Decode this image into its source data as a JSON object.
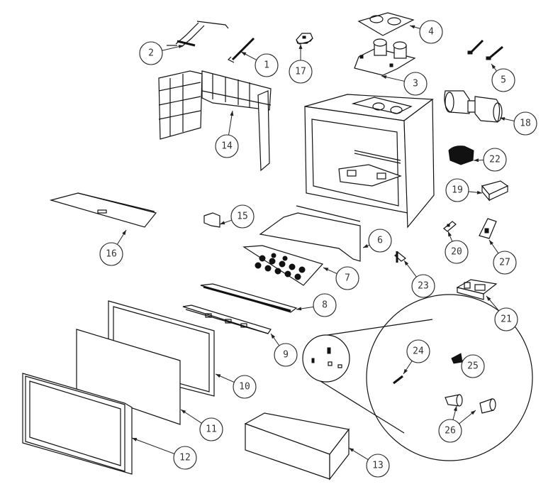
{
  "diagram": {
    "type": "exploded-parts-diagram",
    "line_color": "#111111",
    "background": "#ffffff",
    "callouts": [
      {
        "id": "1",
        "label": "1"
      },
      {
        "id": "2",
        "label": "2"
      },
      {
        "id": "3",
        "label": "3"
      },
      {
        "id": "4",
        "label": "4"
      },
      {
        "id": "5",
        "label": "5"
      },
      {
        "id": "6",
        "label": "6"
      },
      {
        "id": "7",
        "label": "7"
      },
      {
        "id": "8",
        "label": "8"
      },
      {
        "id": "9",
        "label": "9"
      },
      {
        "id": "10",
        "label": "10"
      },
      {
        "id": "11",
        "label": "11"
      },
      {
        "id": "12",
        "label": "12"
      },
      {
        "id": "13",
        "label": "13"
      },
      {
        "id": "14",
        "label": "14"
      },
      {
        "id": "15",
        "label": "15"
      },
      {
        "id": "16",
        "label": "16"
      },
      {
        "id": "17",
        "label": "17"
      },
      {
        "id": "18",
        "label": "18"
      },
      {
        "id": "19",
        "label": "19"
      },
      {
        "id": "20",
        "label": "20"
      },
      {
        "id": "21",
        "label": "21"
      },
      {
        "id": "22",
        "label": "22"
      },
      {
        "id": "23",
        "label": "23"
      },
      {
        "id": "24",
        "label": "24"
      },
      {
        "id": "25",
        "label": "25"
      },
      {
        "id": "26",
        "label": "26"
      },
      {
        "id": "27",
        "label": "27"
      }
    ]
  }
}
